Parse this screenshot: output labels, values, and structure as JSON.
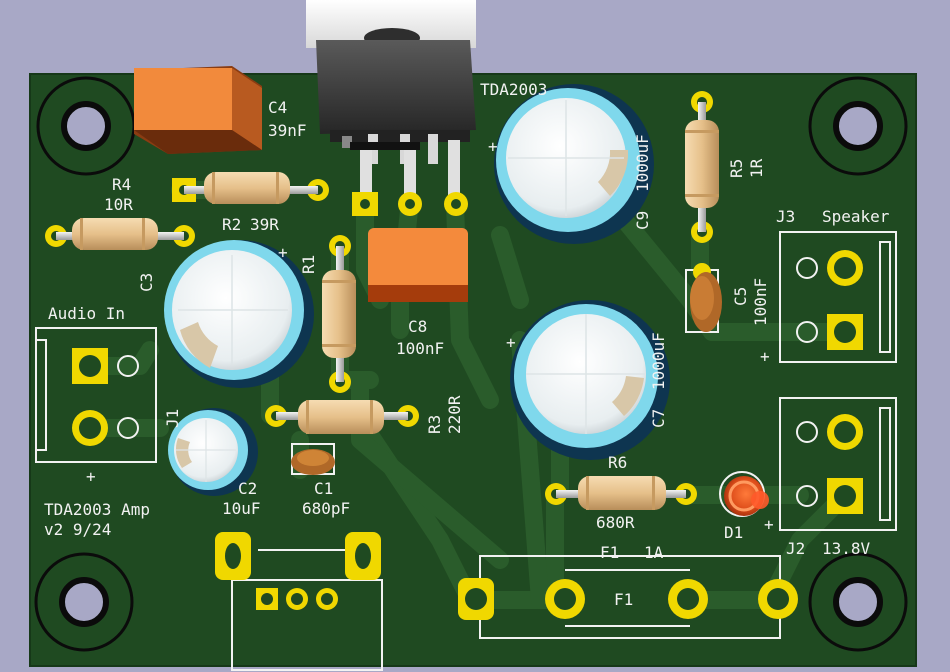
{
  "board": {
    "title_line1": "TDA2003 Amp",
    "title_line2": "v2 9/24",
    "colors": {
      "background": "#a8a8c6",
      "board": "#1f4a21",
      "trace": "#2a5c2b",
      "silk": "#f2f2f2",
      "pad": "#f0d800"
    }
  },
  "components": {
    "u1": {
      "ref": "TDA2003"
    },
    "c4": {
      "ref": "C4",
      "value": "39nF"
    },
    "r4": {
      "ref": "R4",
      "value": "10R"
    },
    "r2": {
      "ref": "R2",
      "value": "39R"
    },
    "r1": {
      "ref": "R1"
    },
    "c3": {
      "ref": "C3"
    },
    "c8": {
      "ref": "C8",
      "value": "100nF"
    },
    "c9": {
      "ref": "C9",
      "value": "1000uF"
    },
    "r5": {
      "ref": "R5",
      "value": "1R"
    },
    "c5": {
      "ref": "C5",
      "value": "100nF"
    },
    "c7": {
      "ref": "C7",
      "value": "1000uF"
    },
    "r3": {
      "ref": "R3",
      "value": "220R"
    },
    "c2": {
      "ref": "C2",
      "value": "10uF"
    },
    "c1": {
      "ref": "C1",
      "value": "680pF"
    },
    "r6": {
      "ref": "R6",
      "value": "680R"
    },
    "d1": {
      "ref": "D1"
    },
    "j1": {
      "ref": "J1",
      "label": "Audio In"
    },
    "j2": {
      "ref": "J2",
      "label": "13.8V"
    },
    "j3": {
      "ref": "J3",
      "label": "Speaker"
    },
    "f1": {
      "ref": "F1",
      "value": "1A"
    }
  },
  "polarity_mark": "+"
}
